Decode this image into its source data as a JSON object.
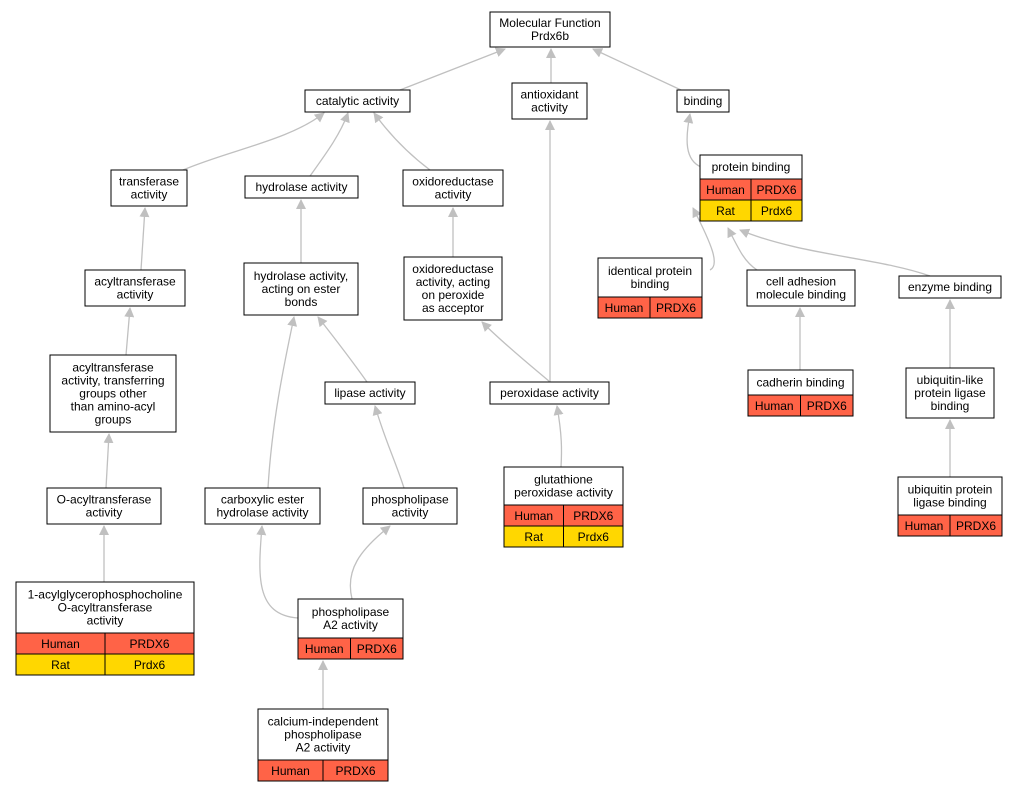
{
  "colors": {
    "human": "#ff6347",
    "rat": "#ffd700",
    "edge": "#c0c0c0",
    "node_border": "#000000",
    "node_fill": "#ffffff"
  },
  "nodes": {
    "mf": {
      "lines": [
        "Molecular Function",
        "Prdx6b"
      ]
    },
    "catalytic": {
      "lines": [
        "catalytic activity"
      ]
    },
    "antioxidant": {
      "lines": [
        "antioxidant",
        "activity"
      ]
    },
    "binding": {
      "lines": [
        "binding"
      ]
    },
    "transferase": {
      "lines": [
        "transferase",
        "activity"
      ]
    },
    "hydrolase": {
      "lines": [
        "hydrolase activity"
      ]
    },
    "oxidoreductase": {
      "lines": [
        "oxidoreductase",
        "activity"
      ]
    },
    "protein_binding": {
      "lines": [
        "protein binding"
      ],
      "species": [
        [
          "Human",
          "PRDX6"
        ],
        [
          "Rat",
          "Prdx6"
        ]
      ]
    },
    "acyltransferase": {
      "lines": [
        "acyltransferase",
        "activity"
      ]
    },
    "hydrolase_ester": {
      "lines": [
        "hydrolase activity,",
        "acting on ester",
        "bonds"
      ]
    },
    "oxidoreductase_peroxide": {
      "lines": [
        "oxidoreductase",
        "activity, acting",
        "on peroxide",
        "as acceptor"
      ]
    },
    "identical_protein": {
      "lines": [
        "identical protein",
        "binding"
      ],
      "species": [
        [
          "Human",
          "PRDX6"
        ]
      ]
    },
    "cell_adhesion": {
      "lines": [
        "cell adhesion",
        "molecule binding"
      ]
    },
    "enzyme_binding": {
      "lines": [
        "enzyme binding"
      ]
    },
    "acyltransferase_nonamino": {
      "lines": [
        "acyltransferase",
        "activity, transferring",
        "groups other",
        "than amino-acyl",
        "groups"
      ]
    },
    "lipase": {
      "lines": [
        "lipase activity"
      ]
    },
    "peroxidase": {
      "lines": [
        "peroxidase activity"
      ]
    },
    "cadherin": {
      "lines": [
        "cadherin binding"
      ],
      "species": [
        [
          "Human",
          "PRDX6"
        ]
      ]
    },
    "ubiquitin_like": {
      "lines": [
        "ubiquitin-like",
        "protein ligase",
        "binding"
      ]
    },
    "glutathione": {
      "lines": [
        "glutathione",
        "peroxidase activity"
      ],
      "species": [
        [
          "Human",
          "PRDX6"
        ],
        [
          "Rat",
          "Prdx6"
        ]
      ]
    },
    "o_acyltransferase": {
      "lines": [
        "O-acyltransferase",
        "activity"
      ]
    },
    "carboxylic": {
      "lines": [
        "carboxylic ester",
        "hydrolase activity"
      ]
    },
    "phospholipase": {
      "lines": [
        "phospholipase",
        "activity"
      ]
    },
    "ubiquitin_ligase": {
      "lines": [
        "ubiquitin protein",
        "ligase binding"
      ],
      "species": [
        [
          "Human",
          "PRDX6"
        ]
      ]
    },
    "pla2": {
      "lines": [
        "phospholipase",
        "A2 activity"
      ],
      "species": [
        [
          "Human",
          "PRDX6"
        ]
      ]
    },
    "acylglycero": {
      "lines": [
        "1-acylglycerophosphocholine",
        "O-acyltransferase",
        "activity"
      ],
      "species": [
        [
          "Human",
          "PRDX6"
        ],
        [
          "Rat",
          "Prdx6"
        ]
      ]
    },
    "ca_indep": {
      "lines": [
        "calcium-independent",
        "phospholipase",
        "A2 activity"
      ],
      "species": [
        [
          "Human",
          "PRDX6"
        ]
      ]
    }
  }
}
